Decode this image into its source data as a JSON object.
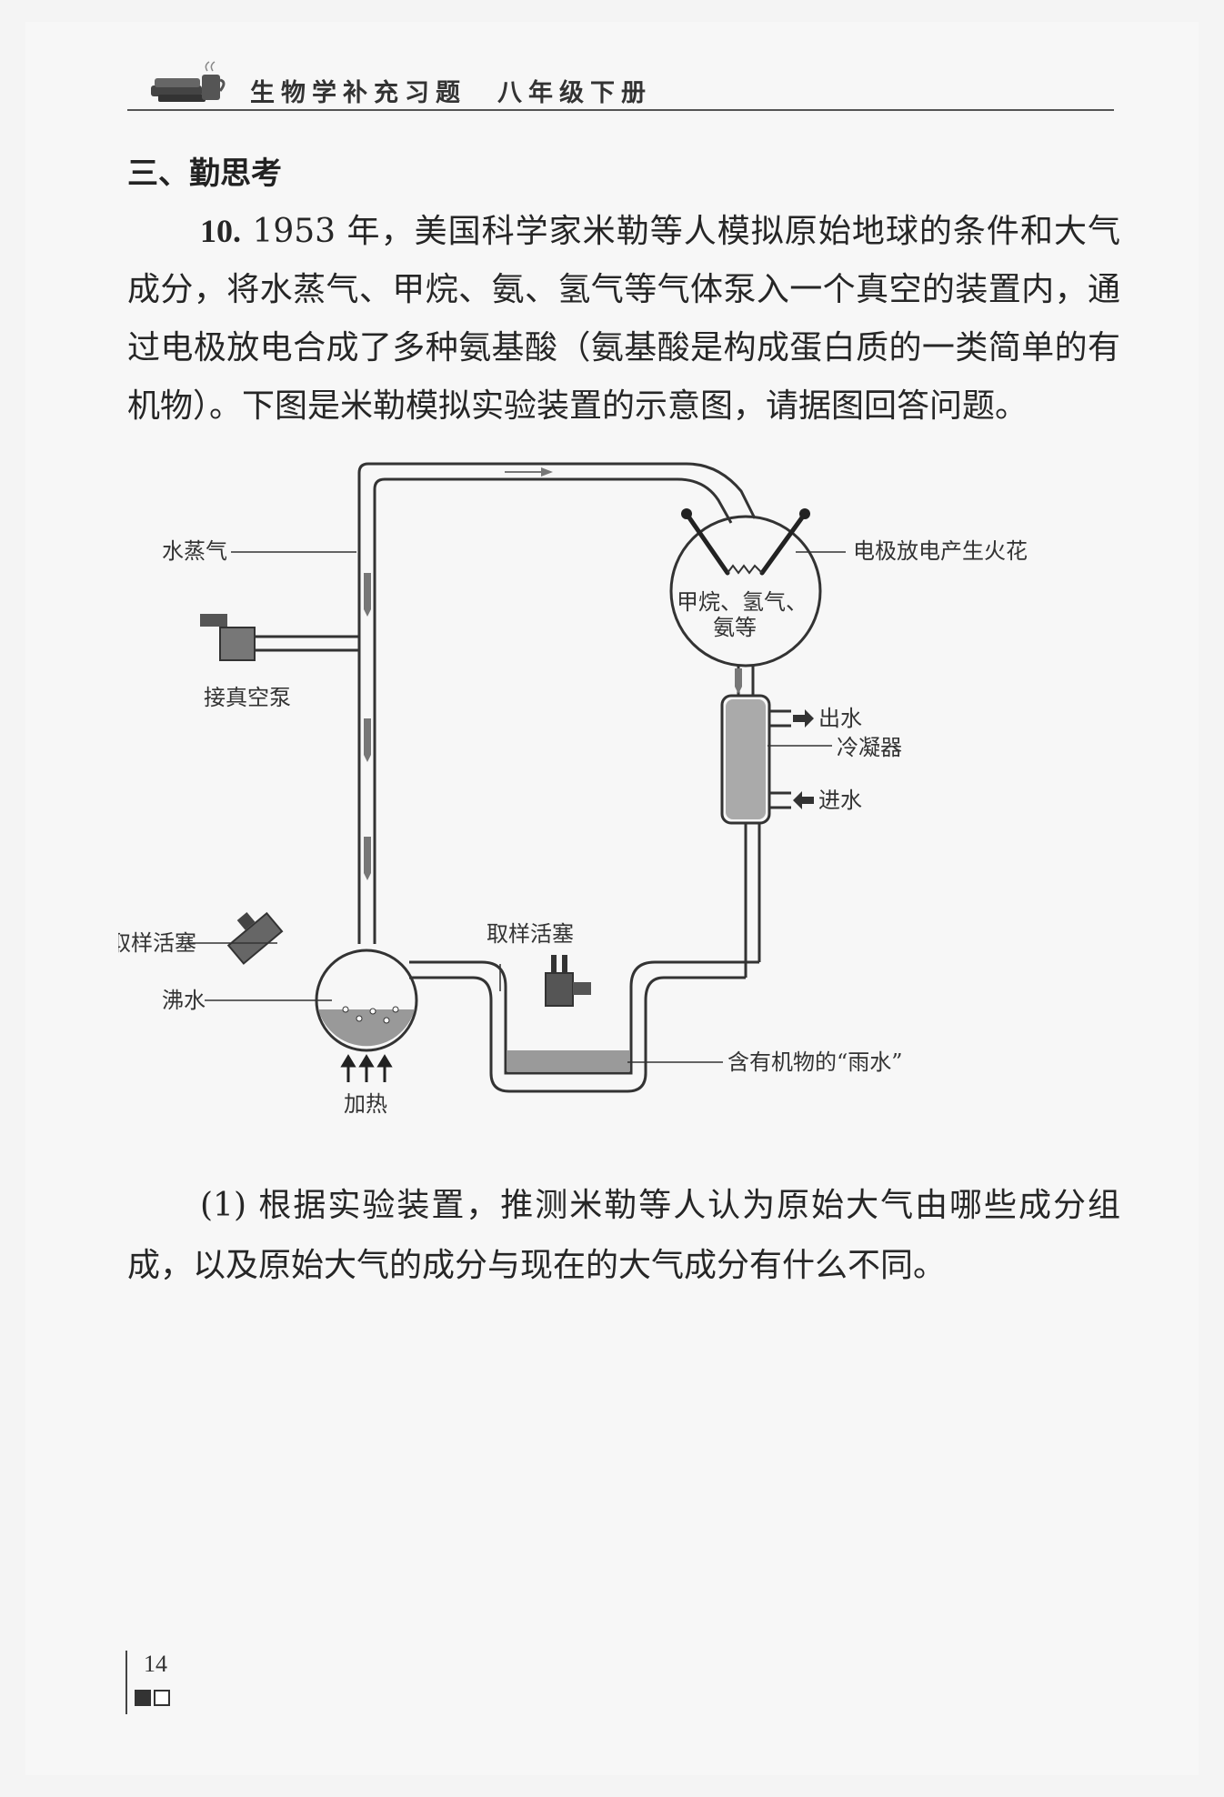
{
  "header": {
    "title": "生物学补充习题　八年级下册"
  },
  "section": {
    "title": "三、勤思考"
  },
  "question": {
    "number": "10.",
    "text": " 1953 年，美国科学家米勒等人模拟原始地球的条件和大气成分，将水蒸气、甲烷、氨、氢气等气体泵入一个真空的装置内，通过电极放电合成了多种氨基酸（氨基酸是构成蛋白质的一类简单的有机物）。下图是米勒模拟实验装置的示意图，请据图回答问题。"
  },
  "figure": {
    "labels": {
      "water_vapor": "水蒸气",
      "vacuum_pump": "接真空泵",
      "sampling_valve_left": "取样活塞",
      "boiling_water": "沸水",
      "heating": "加热",
      "sampling_valve_center": "取样活塞",
      "rain_water": "含有机物的“雨水”",
      "electrode_spark": "电极放电产生火花",
      "gas_line1": "甲烷、氢气、",
      "gas_line2": "氨等",
      "water_out": "出水",
      "condenser": "冷凝器",
      "water_in": "进水"
    }
  },
  "subquestion": {
    "text": "(1) 根据实验装置，推测米勒等人认为原始大气由哪些成分组成，以及原始大气的成分与现在的大气成分有什么不同。"
  },
  "footer": {
    "page_number": "14"
  }
}
